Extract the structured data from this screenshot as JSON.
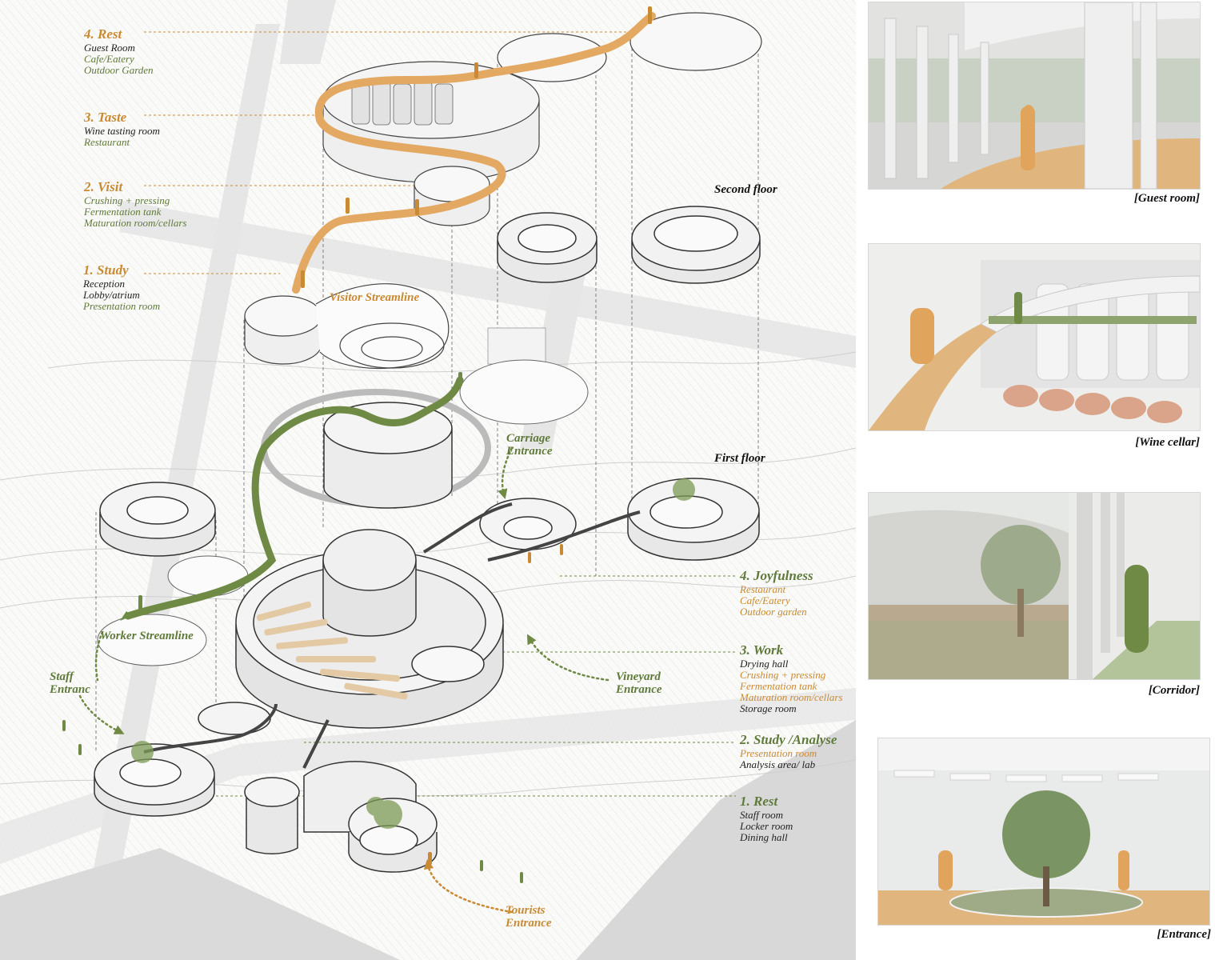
{
  "visitor_program": [
    {
      "title": "4. Rest",
      "items": [
        {
          "text": "Guest Room",
          "color": "black"
        },
        {
          "text": "Cafe/Eatery",
          "color": "green"
        },
        {
          "text": "Outdoor Garden",
          "color": "green"
        }
      ]
    },
    {
      "title": "3. Taste",
      "items": [
        {
          "text": "Wine tasting room",
          "color": "black"
        },
        {
          "text": "Restaurant",
          "color": "green"
        }
      ]
    },
    {
      "title": "2. Visit",
      "items": [
        {
          "text": "Crushing + pressing",
          "color": "green"
        },
        {
          "text": "Fermentation tank",
          "color": "green"
        },
        {
          "text": "Maturation room/cellars",
          "color": "green"
        }
      ]
    },
    {
      "title": "1. Study",
      "items": [
        {
          "text": "Reception",
          "color": "black"
        },
        {
          "text": "Lobby/atrium",
          "color": "black"
        },
        {
          "text": "Presentation room",
          "color": "green"
        }
      ]
    }
  ],
  "worker_program": [
    {
      "title": "4. Joyfulness",
      "items": [
        {
          "text": "Restaurant",
          "color": "orange"
        },
        {
          "text": "Cafe/Eatery",
          "color": "orange"
        },
        {
          "text": "Outdoor garden",
          "color": "orange"
        }
      ]
    },
    {
      "title": "3. Work",
      "items": [
        {
          "text": "Drying hall",
          "color": "black"
        },
        {
          "text": "Crushing + pressing",
          "color": "orange"
        },
        {
          "text": "Fermentation tank",
          "color": "orange"
        },
        {
          "text": "Maturation room/cellars",
          "color": "orange"
        },
        {
          "text": "Storage room",
          "color": "black"
        }
      ]
    },
    {
      "title": "2. Study /Analyse",
      "items": [
        {
          "text": "Presentation room",
          "color": "orange"
        },
        {
          "text": "Analysis area/ lab",
          "color": "black"
        }
      ]
    },
    {
      "title": "1. Rest",
      "items": [
        {
          "text": "Staff room",
          "color": "black"
        },
        {
          "text": "Locker room",
          "color": "black"
        },
        {
          "text": "Dining hall",
          "color": "black"
        }
      ]
    }
  ],
  "floors": {
    "second": "Second floor",
    "first": "First floor"
  },
  "streamlines": {
    "visitor": "Visitor Streamline",
    "worker": "Worker Streamline"
  },
  "entrances": {
    "carriage": [
      "Carriage",
      "Entrance"
    ],
    "vineyard": [
      "Vineyard",
      "Entrance"
    ],
    "staff": [
      "Staff",
      "Entranc"
    ],
    "tourists": [
      "Tourists",
      "Entrance"
    ]
  },
  "renderings": [
    {
      "caption": "[Guest room]",
      "path_color": "#e0b57e"
    },
    {
      "caption": "[Wine cellar]",
      "path_color": "#e0b57e"
    },
    {
      "caption": "[Corridor]",
      "path_color": "#b3c49a"
    },
    {
      "caption": "[Entrance]",
      "path_color": "#e0b57e"
    }
  ],
  "colors": {
    "visitor": "#e3a861",
    "worker": "#6f8a45",
    "label_orange": "#c98a33",
    "label_green": "#5f7a3a"
  }
}
